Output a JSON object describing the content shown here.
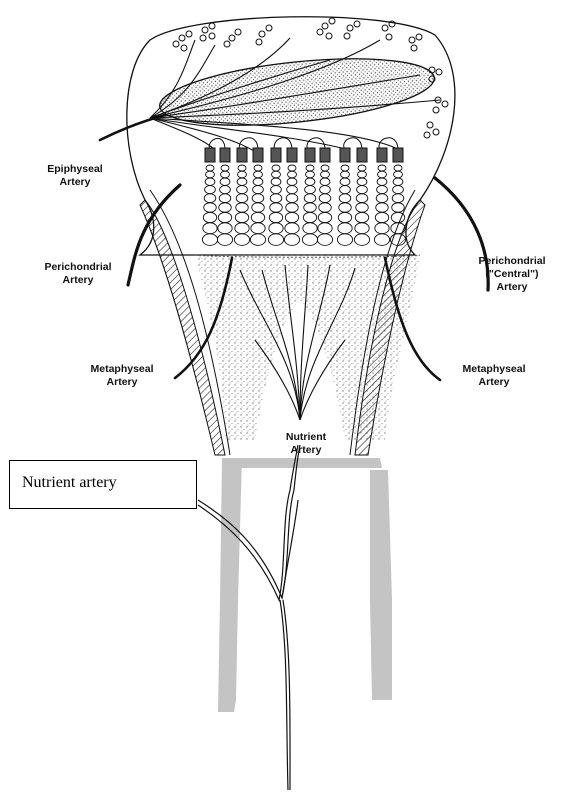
{
  "labels": {
    "epiphyseal": [
      "Epiphyseal",
      "Artery"
    ],
    "perichondrial_left": [
      "Perichondrial",
      "Artery"
    ],
    "perichondrial_right": [
      "Perichondrial",
      "(\"Central\")",
      "Artery"
    ],
    "metaphyseal_left": [
      "Metaphyseal",
      "Artery"
    ],
    "metaphyseal_right": [
      "Metaphyseal",
      "Artery"
    ],
    "nutrient": [
      "Nutrient",
      "Artery"
    ]
  },
  "callout": {
    "text": "Nutrient artery"
  },
  "colors": {
    "ink": "#111111",
    "bone_shaft": "#c4c4c4",
    "stipple": "#8a8a8a"
  }
}
